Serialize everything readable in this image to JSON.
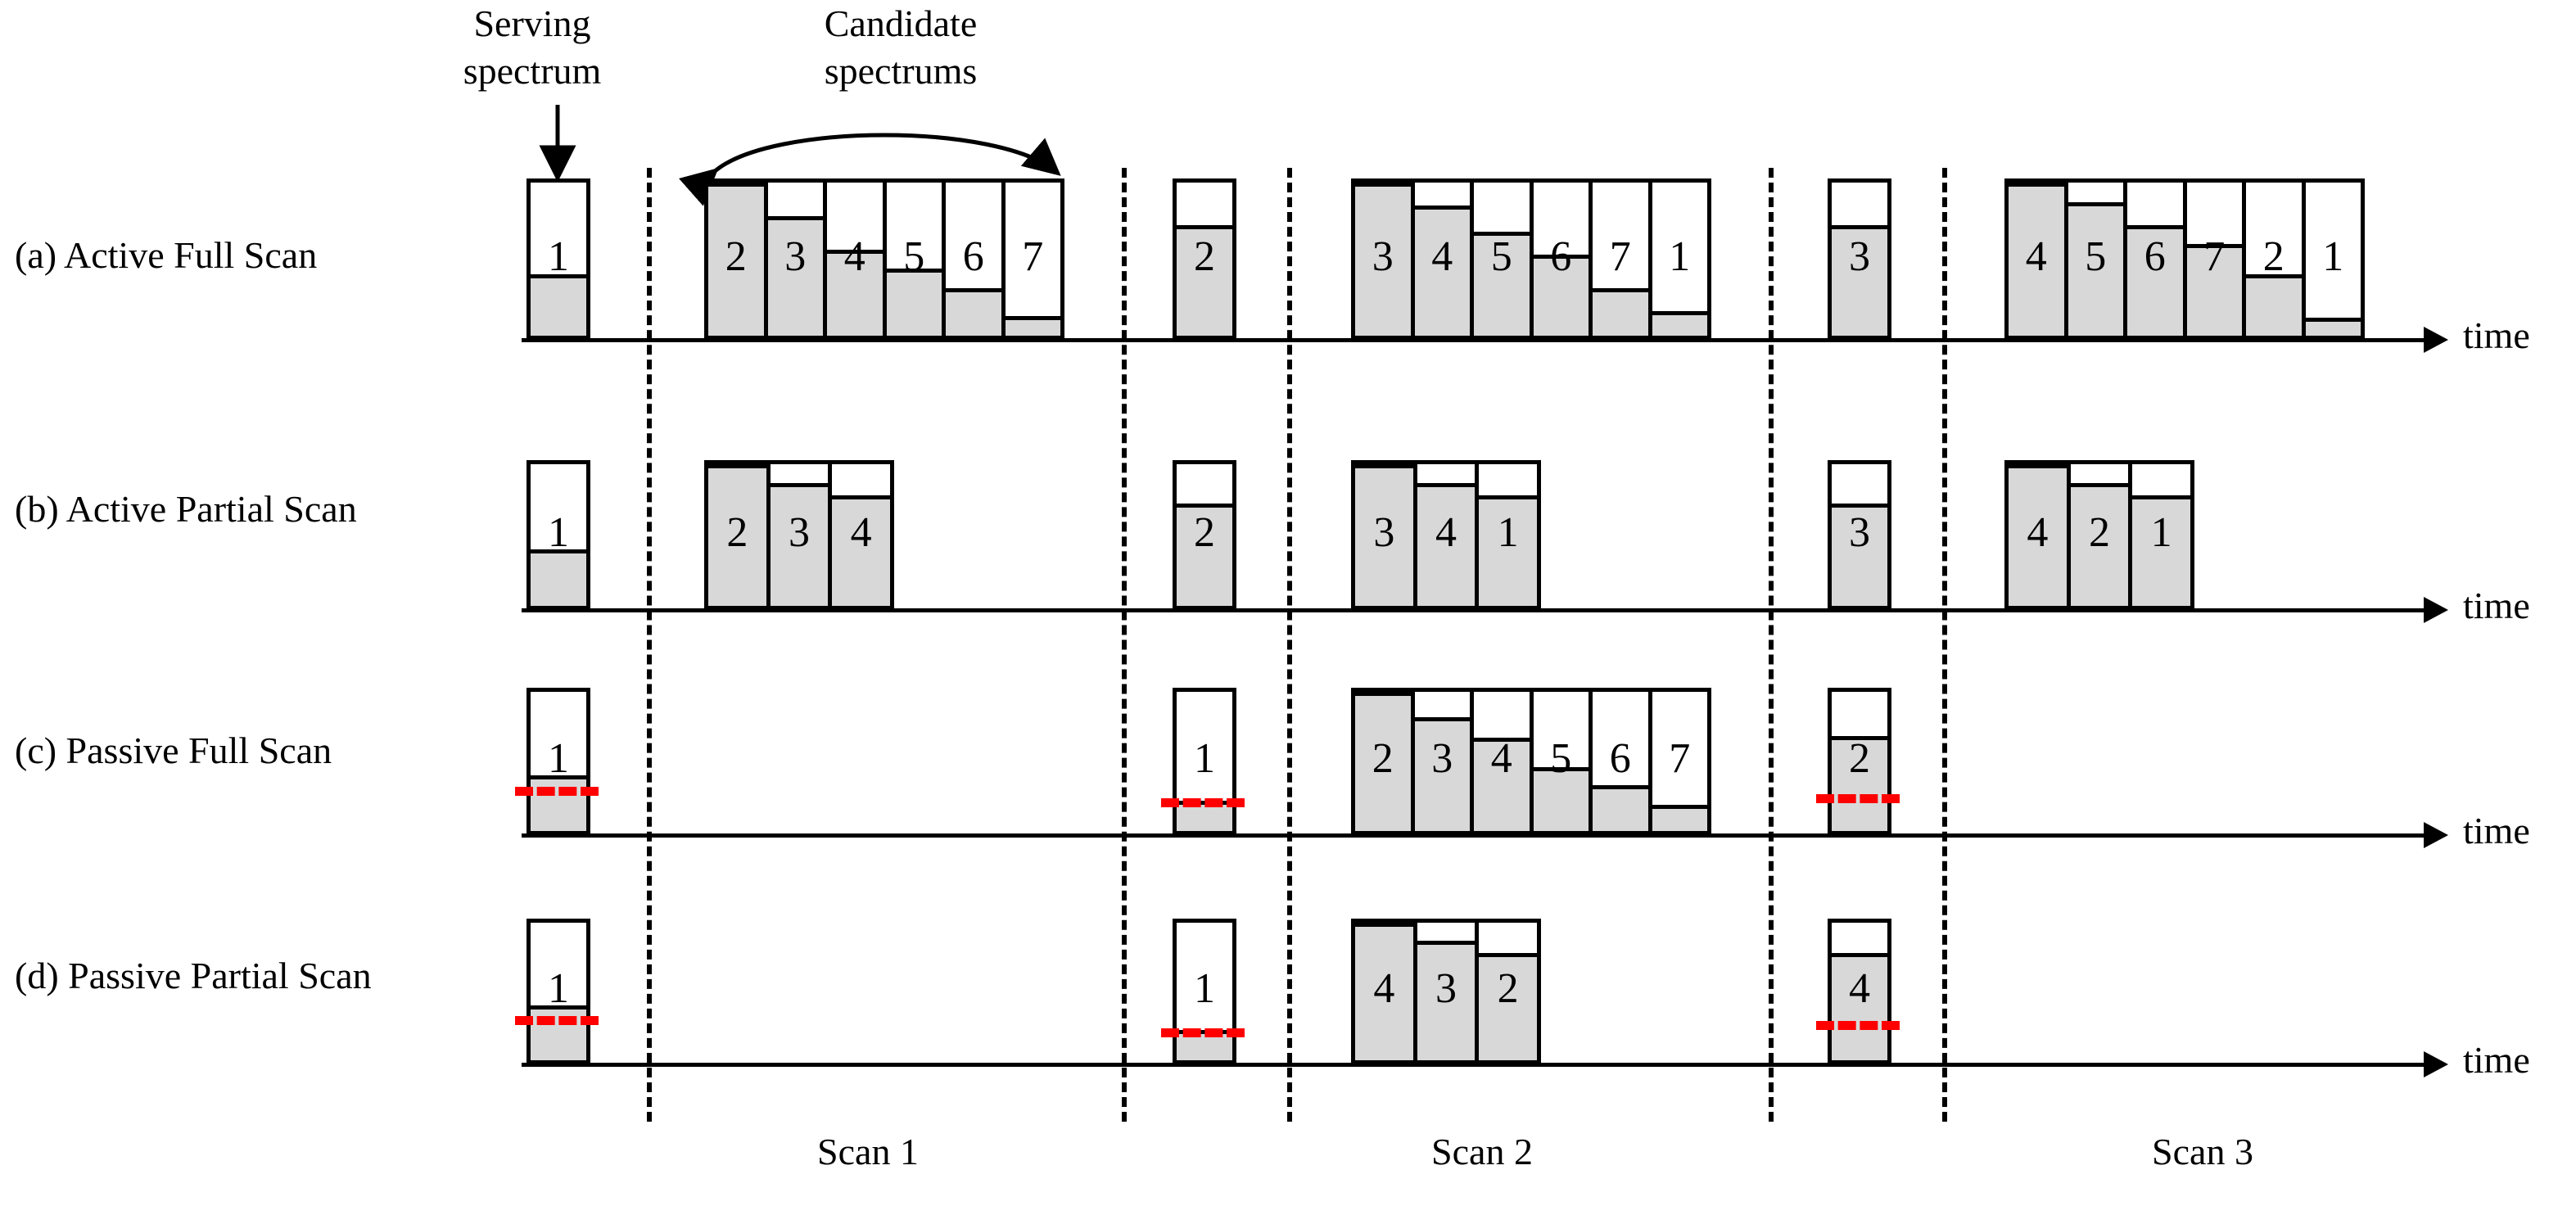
{
  "figure": {
    "annotations": {
      "serving": "Serving\nspectrum",
      "candidate": "Candidate\nspectrums"
    },
    "axis_label": "time",
    "scan_captions": [
      "Scan 1",
      "Scan 2",
      "Scan 3"
    ],
    "colors": {
      "fill": "#d8d8d8",
      "stroke": "#000000",
      "energy_line": "#ff0000",
      "background": "#ffffff"
    }
  },
  "rows": [
    {
      "label": "(a) Active Full Scan",
      "groups": [
        {
          "kind": "serving",
          "bars": [
            {
              "num": "1",
              "fill": 0.4
            }
          ]
        },
        {
          "kind": "candidate",
          "bars": [
            {
              "num": "2",
              "fill": 1.0
            },
            {
              "num": "3",
              "fill": 0.78
            },
            {
              "num": "4",
              "fill": 0.56
            },
            {
              "num": "5",
              "fill": 0.44
            },
            {
              "num": "6",
              "fill": 0.31
            },
            {
              "num": "7",
              "fill": 0.13
            }
          ]
        },
        {
          "kind": "serving",
          "bars": [
            {
              "num": "2",
              "fill": 0.72
            }
          ]
        },
        {
          "kind": "candidate",
          "bars": [
            {
              "num": "3",
              "fill": 1.0
            },
            {
              "num": "4",
              "fill": 0.85
            },
            {
              "num": "5",
              "fill": 0.68
            },
            {
              "num": "6",
              "fill": 0.53
            },
            {
              "num": "7",
              "fill": 0.31
            },
            {
              "num": "1",
              "fill": 0.16
            }
          ]
        },
        {
          "kind": "serving",
          "bars": [
            {
              "num": "3",
              "fill": 0.72
            }
          ]
        },
        {
          "kind": "candidate",
          "bars": [
            {
              "num": "4",
              "fill": 1.0
            },
            {
              "num": "5",
              "fill": 0.87
            },
            {
              "num": "6",
              "fill": 0.72
            },
            {
              "num": "7",
              "fill": 0.6
            },
            {
              "num": "2",
              "fill": 0.4
            },
            {
              "num": "1",
              "fill": 0.12
            }
          ]
        }
      ]
    },
    {
      "label": "(b) Active Partial Scan",
      "groups": [
        {
          "kind": "serving",
          "bars": [
            {
              "num": "1",
              "fill": 0.4
            }
          ]
        },
        {
          "kind": "candidate",
          "bars": [
            {
              "num": "2",
              "fill": 1.0
            },
            {
              "num": "3",
              "fill": 0.87
            },
            {
              "num": "4",
              "fill": 0.78
            }
          ]
        },
        {
          "kind": "serving",
          "bars": [
            {
              "num": "2",
              "fill": 0.72
            }
          ]
        },
        {
          "kind": "candidate",
          "bars": [
            {
              "num": "3",
              "fill": 1.0
            },
            {
              "num": "4",
              "fill": 0.87
            },
            {
              "num": "1",
              "fill": 0.78
            }
          ]
        },
        {
          "kind": "serving",
          "bars": [
            {
              "num": "3",
              "fill": 0.72
            }
          ]
        },
        {
          "kind": "candidate",
          "bars": [
            {
              "num": "4",
              "fill": 1.0
            },
            {
              "num": "2",
              "fill": 0.87
            },
            {
              "num": "1",
              "fill": 0.78
            }
          ]
        }
      ]
    },
    {
      "label": "(c) Passive Full Scan",
      "groups": [
        {
          "kind": "serving",
          "bars": [
            {
              "num": "1",
              "fill": 0.4,
              "energy": 0.33
            }
          ]
        },
        {
          "kind": "gap",
          "bars": []
        },
        {
          "kind": "serving",
          "bars": [
            {
              "num": "1",
              "fill": 0.22,
              "energy": 0.25
            }
          ]
        },
        {
          "kind": "candidate",
          "bars": [
            {
              "num": "2",
              "fill": 1.0
            },
            {
              "num": "3",
              "fill": 0.82
            },
            {
              "num": "4",
              "fill": 0.67
            },
            {
              "num": "5",
              "fill": 0.46
            },
            {
              "num": "6",
              "fill": 0.33
            },
            {
              "num": "7",
              "fill": 0.19
            }
          ]
        },
        {
          "kind": "serving",
          "bars": [
            {
              "num": "2",
              "fill": 0.68,
              "energy": 0.28
            }
          ]
        },
        {
          "kind": "gap",
          "bars": []
        }
      ]
    },
    {
      "label": "(d) Passive Partial Scan",
      "groups": [
        {
          "kind": "serving",
          "bars": [
            {
              "num": "1",
              "fill": 0.4,
              "energy": 0.33
            }
          ]
        },
        {
          "kind": "gap",
          "bars": []
        },
        {
          "kind": "serving",
          "bars": [
            {
              "num": "1",
              "fill": 0.22,
              "energy": 0.25
            }
          ]
        },
        {
          "kind": "candidate",
          "bars": [
            {
              "num": "4",
              "fill": 1.0
            },
            {
              "num": "3",
              "fill": 0.87
            },
            {
              "num": "2",
              "fill": 0.78
            }
          ]
        },
        {
          "kind": "serving",
          "bars": [
            {
              "num": "4",
              "fill": 0.78,
              "energy": 0.3
            }
          ]
        },
        {
          "kind": "gap",
          "bars": []
        }
      ]
    }
  ]
}
